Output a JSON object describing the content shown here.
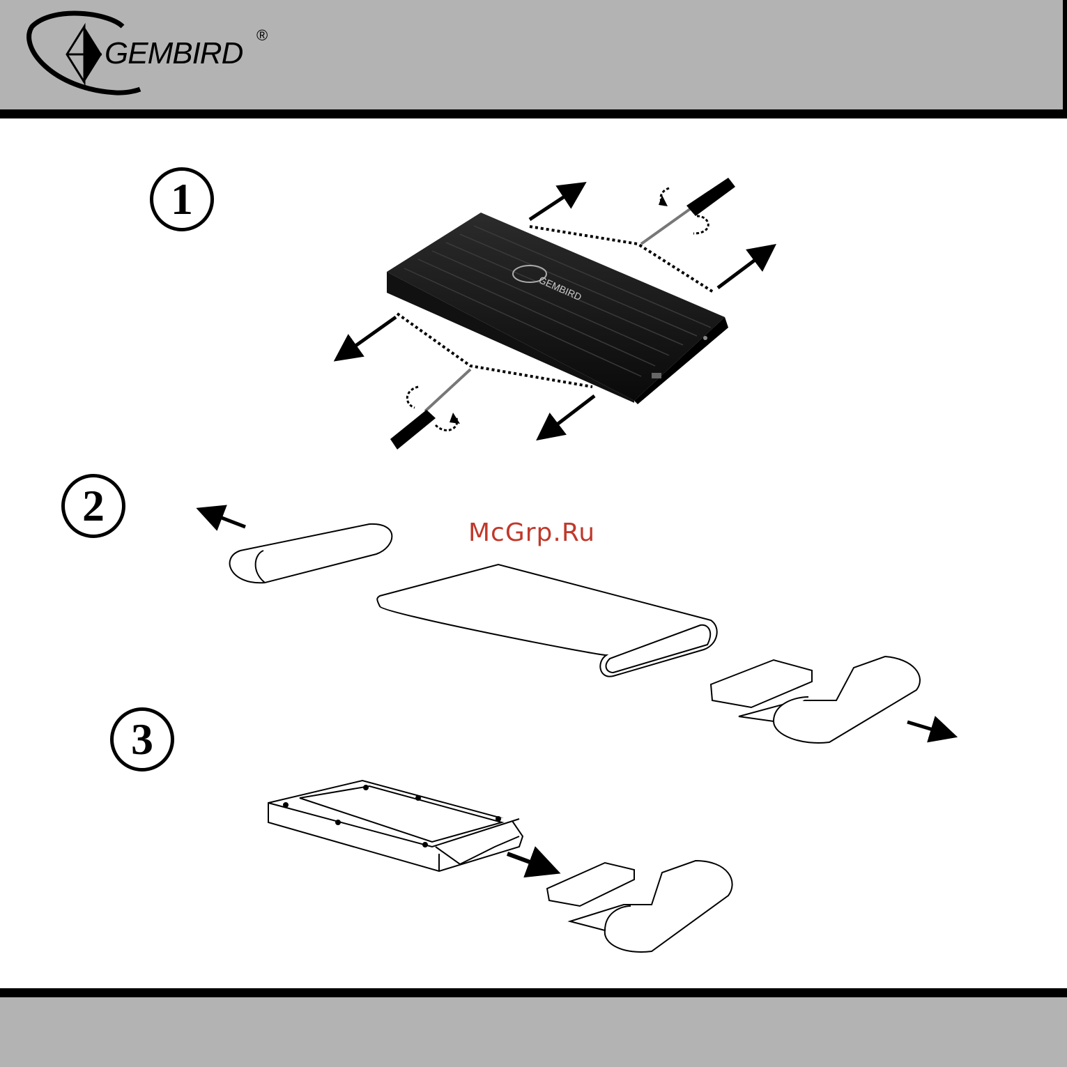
{
  "brand": {
    "name": "GEMBIRD",
    "registered_mark": "®"
  },
  "steps": [
    {
      "number": "1"
    },
    {
      "number": "2"
    },
    {
      "number": "3"
    }
  ],
  "enclosure_logo": {
    "name": "GEMBIRD",
    "registered_mark": "®"
  },
  "watermark": "McGrp.Ru",
  "colors": {
    "band": "#b3b3b3",
    "rule": "#000000",
    "watermark": "#c0392b"
  }
}
